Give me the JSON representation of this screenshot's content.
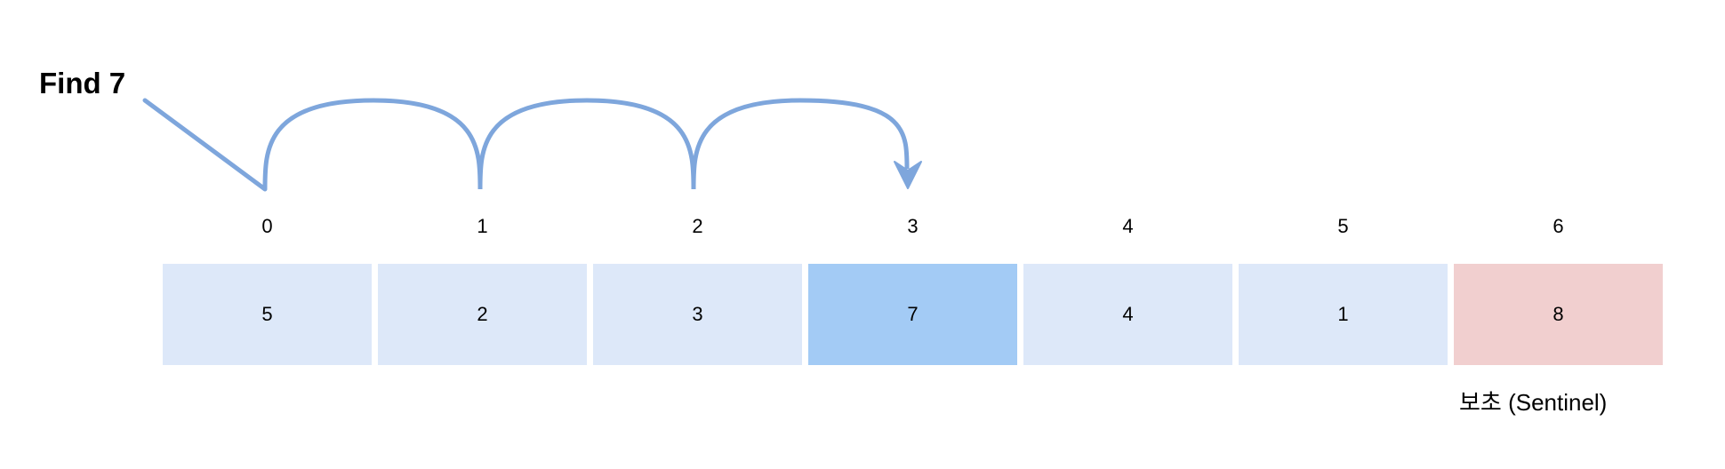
{
  "title": "Find 7",
  "indices": [
    "0",
    "1",
    "2",
    "3",
    "4",
    "5",
    "6"
  ],
  "values": [
    "5",
    "2",
    "3",
    "7",
    "4",
    "1",
    "8"
  ],
  "target_index": 3,
  "sentinel_index": 6,
  "sentinel_label": "보초 (Sentinel)",
  "colors": {
    "cell": "#dde8f9",
    "found": "#a3cbf5",
    "sentinel": "#f1cfcf",
    "arrow": "#7ea6dc"
  }
}
